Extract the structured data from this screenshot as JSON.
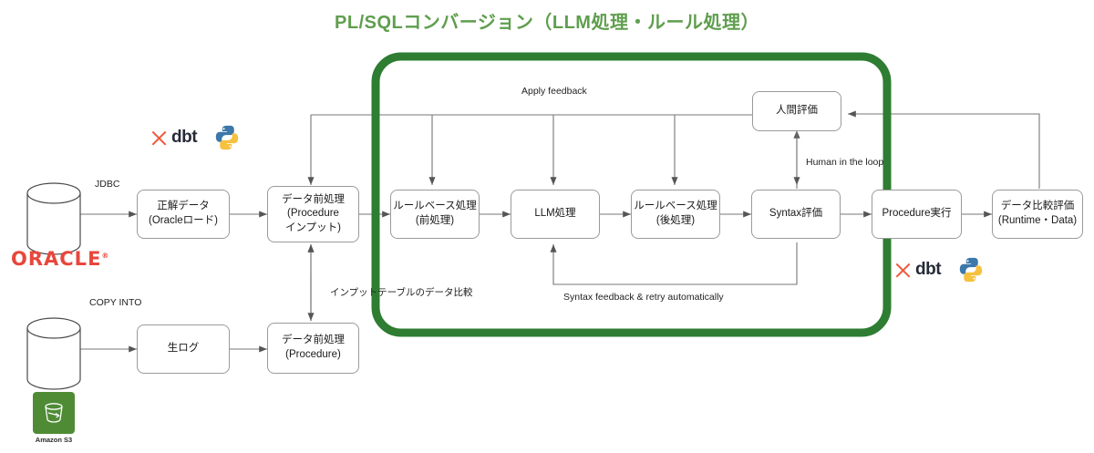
{
  "title": "PL/SQLコンバージョン（LLM処理・ルール処理）",
  "theme": {
    "highlight_green": "#2e7d32",
    "title_green": "#5f9e4e",
    "oracle_red": "#e8463c",
    "s3_green": "#4f8b35",
    "dbt_orange": "#ef5b3b",
    "python_blue": "#3c78aa",
    "python_yellow": "#f6c13f",
    "node_border": "#9a9a9a",
    "arrow_gray": "#6e6e6e"
  },
  "nodes": [
    {
      "id": "seikai",
      "label": "正解データ\n(Oracleロード)"
    },
    {
      "id": "prep_top",
      "label": "データ前処理\n(Procedure\nインプット)"
    },
    {
      "id": "rule_pre",
      "label": "ルールベース処理\n(前処理)"
    },
    {
      "id": "llm",
      "label": "LLM処理"
    },
    {
      "id": "rule_post",
      "label": "ルールベース処理\n(後処理)"
    },
    {
      "id": "syntax",
      "label": "Syntax評価"
    },
    {
      "id": "proc_exec",
      "label": "Procedure実行"
    },
    {
      "id": "data_compare",
      "label": "データ比較評価\n(Runtime・Data)"
    },
    {
      "id": "human_eval",
      "label": "人間評価"
    },
    {
      "id": "rawlog",
      "label": "生ログ"
    },
    {
      "id": "prep_bottom",
      "label": "データ前処理\n(Procedure)"
    }
  ],
  "edge_labels": [
    {
      "id": "jdbc",
      "text": "JDBC"
    },
    {
      "id": "copy_into",
      "text": "COPY INTO"
    },
    {
      "id": "apply_fb",
      "text": "Apply feedback"
    },
    {
      "id": "human_loop",
      "text": "Human in the loop"
    },
    {
      "id": "syntax_fb",
      "text": "Syntax feedback & retry automatically"
    },
    {
      "id": "input_cmp",
      "text": "インプットテーブルのデータ比較"
    }
  ],
  "logos": {
    "oracle": "ORACLE",
    "oracle_mark": "®",
    "s3_label": "Amazon S3",
    "dbt_word": "dbt"
  }
}
